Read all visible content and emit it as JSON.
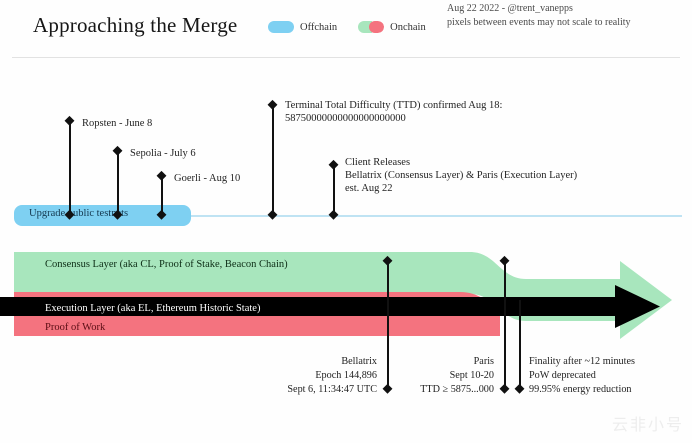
{
  "header": {
    "title": "Approaching the Merge",
    "credit_line1": "Aug 22 2022 - @trent_vanepps",
    "credit_line2": "pixels between events may not scale to reality"
  },
  "legend": {
    "items": [
      {
        "label": "Offchain",
        "color": "#7ed0f2",
        "style": "solid"
      },
      {
        "label": "Onchain",
        "color_a": "#a8e6bd",
        "color_b": "#f4737f",
        "style": "split"
      }
    ]
  },
  "offchain_track": {
    "bar_label": "Upgrade public testnets",
    "bar_color": "#7ed0f2",
    "line_color": "#bfe3f3"
  },
  "events": [
    {
      "id": "ropsten",
      "label": "Ropsten - June 8"
    },
    {
      "id": "sepolia",
      "label": "Sepolia - July 6"
    },
    {
      "id": "goerli",
      "label": "Goerli - Aug 10"
    },
    {
      "id": "ttd",
      "label_line1": "Terminal Total Difficulty (TTD) confirmed Aug 18:",
      "label_line2": "58750000000000000000000"
    },
    {
      "id": "client-releases",
      "label_line1": "Client Releases",
      "label_line2": "Bellatrix (Consensus Layer) & Paris (Execution Layer)",
      "label_line3": "est. Aug 22"
    }
  ],
  "layers": {
    "consensus": {
      "label": "Consensus Layer (aka CL, Proof of Stake, Beacon Chain)",
      "color": "#a8e6bd"
    },
    "execution": {
      "label": "Execution Layer (aka EL, Ethereum Historic State)",
      "color": "#000000"
    },
    "proof_of_work": {
      "label": "Proof of Work",
      "color": "#f4737f"
    }
  },
  "annotations": [
    {
      "id": "bellatrix",
      "line1": "Bellatrix",
      "line2": "Epoch 144,896",
      "line3": "Sept 6, 11:34:47 UTC"
    },
    {
      "id": "paris",
      "line1": "Paris",
      "line2": "Sept 10-20",
      "line3": "TTD ≥ 5875...000"
    },
    {
      "id": "finality",
      "line1": "Finality after ~12 minutes",
      "line2": "PoW deprecated",
      "line3": "99.95% energy reduction"
    }
  ],
  "watermark": {
    "text": "云非小号"
  }
}
